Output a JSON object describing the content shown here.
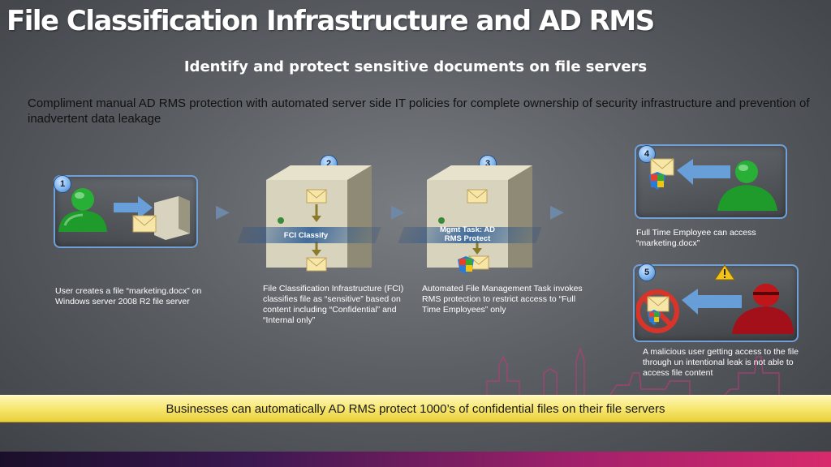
{
  "slide": {
    "title": "File Classification Infrastructure and AD RMS",
    "subtitle": "Identify and protect sensitive documents on file servers",
    "intro": "Compliment manual AD RMS protection with automated server side IT policies for complete ownership of security infrastructure and prevention of inadvertent data leakage",
    "banner": "Businesses can automatically AD RMS protect 1000’s of confidential files on their file servers"
  },
  "steps": [
    {
      "number": "1",
      "caption": "User creates a file “marketing.docx” on Windows server 2008 R2 file server"
    },
    {
      "number": "2",
      "band_label": "FCI Classify",
      "caption": "File Classification Infrastructure (FCI) classifies file as “sensitive” based on content including “Confidential” and “Internal only”"
    },
    {
      "number": "3",
      "band_label": "Mgmt Task: AD RMS Protect",
      "caption": "Automated File Management Task invokes RMS protection to restrict access to “Full Time Employees” only"
    },
    {
      "number": "4",
      "caption": "Full Time Employee can access “marketing.docx”"
    },
    {
      "number": "5",
      "caption": "A malicious user getting access to the file through un intentional leak is not able to access file content"
    }
  ],
  "icons": {
    "user": "user-icon",
    "server": "server-icon",
    "envelope": "envelope-icon",
    "shield": "shield-icon",
    "warning": "warning-icon",
    "prohibited": "prohibited-icon",
    "arrow": "arrow-icon"
  },
  "colors": {
    "frame_border": "#6fa0d8",
    "badge": "#7fb3ea",
    "banner": "#f6e56a",
    "good_user": "#1e9b2a",
    "bad_user": "#c0161a"
  }
}
